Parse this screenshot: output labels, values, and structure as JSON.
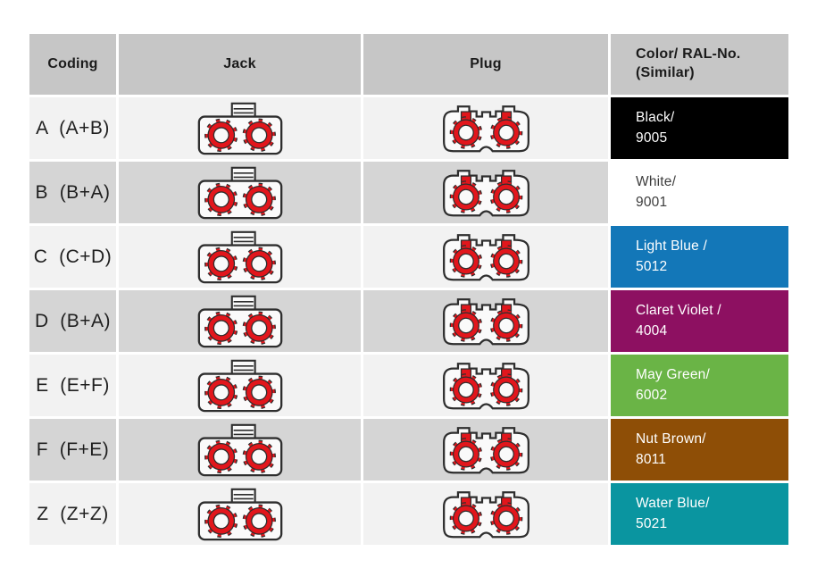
{
  "page": {
    "background": "#ffffff"
  },
  "table": {
    "headers": {
      "coding": "Coding",
      "jack": "Jack",
      "plug": "Plug",
      "color": "Color/ RAL-No.\n(Similar)"
    },
    "colors": {
      "header_bg": "#c6c6c6",
      "row_light_bg": "#f2f2f2",
      "row_dark_bg": "#d5d5d5",
      "connector_red": "#e2161c",
      "connector_outline": "#2e2e2e"
    },
    "rows": [
      {
        "coding": "A  (A+B)",
        "jack_icon": "jack-connector-icon",
        "plug_icon": "plug-connector-icon",
        "color_name": "Black/",
        "ral_number": "9005",
        "swatch_color": "#000000",
        "text_color": "#ffffff"
      },
      {
        "coding": "B  (B+A)",
        "jack_icon": "jack-connector-icon",
        "plug_icon": "plug-connector-icon",
        "color_name": "White/",
        "ral_number": "9001",
        "swatch_color": "#ffffff",
        "text_color": "#3d3d3d"
      },
      {
        "coding": "C  (C+D)",
        "jack_icon": "jack-connector-icon",
        "plug_icon": "plug-connector-icon",
        "color_name": "Light Blue /",
        "ral_number": "5012",
        "swatch_color": "#1377b8",
        "text_color": "#ffffff"
      },
      {
        "coding": "D  (B+A)",
        "jack_icon": "jack-connector-icon",
        "plug_icon": "plug-connector-icon",
        "color_name": "Claret Violet /",
        "ral_number": "4004",
        "swatch_color": "#8d1061",
        "text_color": "#ffffff"
      },
      {
        "coding": "E  (E+F)",
        "jack_icon": "jack-connector-icon",
        "plug_icon": "plug-connector-icon",
        "color_name": "May Green/",
        "ral_number": "6002",
        "swatch_color": "#6ab446",
        "text_color": "#ffffff"
      },
      {
        "coding": "F  (F+E)",
        "jack_icon": "jack-connector-icon",
        "plug_icon": "plug-connector-icon",
        "color_name": "Nut Brown/",
        "ral_number": "8011",
        "swatch_color": "#8e4e06",
        "text_color": "#ffffff"
      },
      {
        "coding": "Z  (Z+Z)",
        "jack_icon": "jack-connector-icon",
        "plug_icon": "plug-connector-icon",
        "color_name": "Water Blue/",
        "ral_number": "5021",
        "swatch_color": "#0a95a0",
        "text_color": "#ffffff"
      }
    ]
  }
}
